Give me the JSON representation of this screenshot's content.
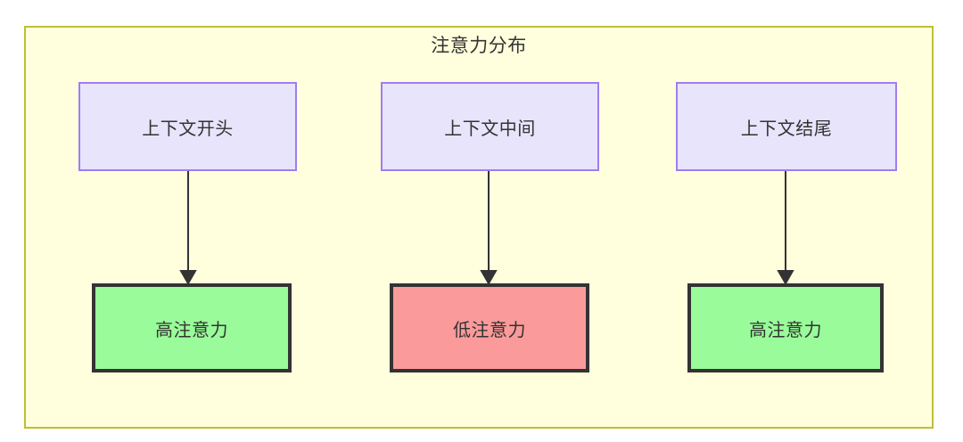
{
  "diagram": {
    "type": "flowchart",
    "title": "注意力分布",
    "container": {
      "background_color": "#ffffdd",
      "border_color": "#bfbf33"
    },
    "palette": {
      "context_fill": "#e7e4fb",
      "context_border": "#9f7df0",
      "high_attention_fill": "#99fb99",
      "low_attention_fill": "#fb9a9a",
      "attention_border": "#333333",
      "edge_color": "#333333",
      "text_color": "#333333"
    },
    "columns": [
      {
        "id": "start",
        "source": {
          "label": "上下文开头"
        },
        "target": {
          "label": "高注意力",
          "level": "high"
        }
      },
      {
        "id": "middle",
        "source": {
          "label": "上下文中间"
        },
        "target": {
          "label": "低注意力",
          "level": "low"
        }
      },
      {
        "id": "end",
        "source": {
          "label": "上下文结尾"
        },
        "target": {
          "label": "高注意力",
          "level": "high"
        }
      }
    ],
    "edges": [
      {
        "from": "上下文开头",
        "to": "高注意力",
        "arrow": "down-arrow"
      },
      {
        "from": "上下文中间",
        "to": "低注意力",
        "arrow": "down-arrow"
      },
      {
        "from": "上下文结尾",
        "to": "高注意力",
        "arrow": "down-arrow"
      }
    ]
  }
}
